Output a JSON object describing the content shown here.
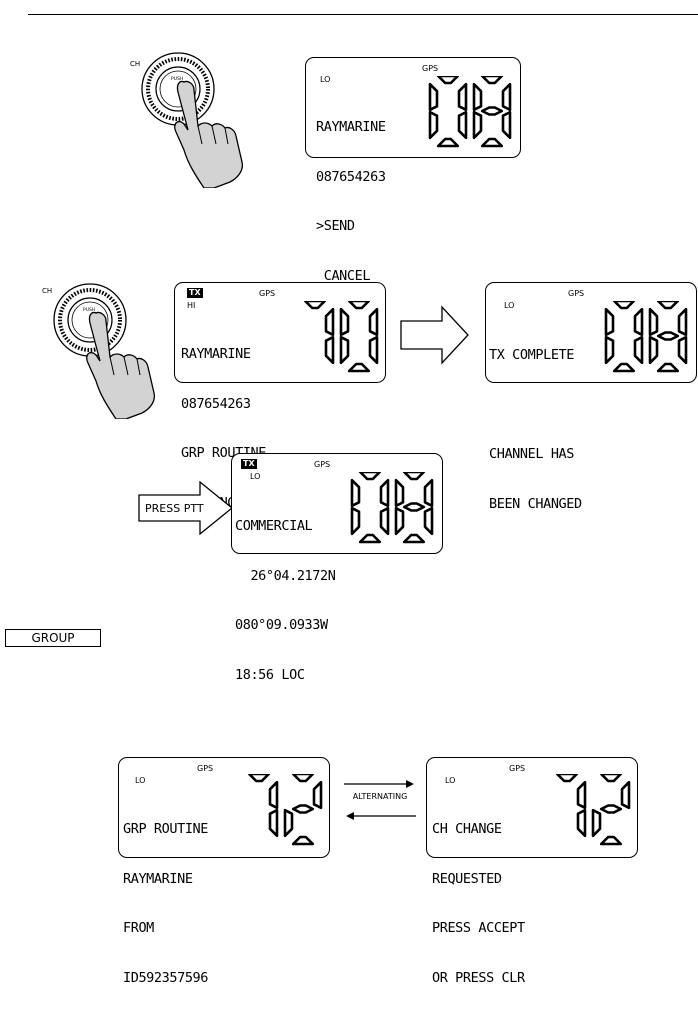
{
  "screens": [
    {
      "id": "s1",
      "tx": "",
      "power": "LO",
      "gps": "GPS",
      "lines": [
        "RAYMARINE",
        "087654263",
        ">SEND",
        " CANCEL"
      ],
      "channel": "08"
    },
    {
      "id": "s2",
      "tx": "TX",
      "power": "HI",
      "gps": "GPS",
      "lines": [
        "RAYMARINE",
        "087654263",
        "GRP ROUTINE",
        "CALLING..."
      ],
      "channel": "70"
    },
    {
      "id": "s3",
      "tx": "",
      "power": "LO",
      "gps": "GPS",
      "lines": [
        "TX COMPLETE",
        "",
        "CHANNEL HAS",
        "BEEN CHANGED"
      ],
      "channel": "08"
    },
    {
      "id": "s4",
      "tx": "TX",
      "power": "LO",
      "gps": "GPS",
      "lines": [
        "COMMERCIAL",
        "  26°04.2172N",
        "080°09.0933W",
        "18:56 LOC"
      ],
      "channel": "08"
    },
    {
      "id": "s5",
      "tx": "",
      "power": "LO",
      "gps": "GPS",
      "lines": [
        "GRP ROUTINE",
        "RAYMARINE",
        "FROM",
        "ID592357596"
      ],
      "channel": "72"
    },
    {
      "id": "s6",
      "tx": "",
      "power": "LO",
      "gps": "GPS",
      "lines": [
        "CH CHANGE",
        "REQUESTED",
        "PRESS ACCEPT",
        "OR PRESS CLR"
      ],
      "channel": "72"
    }
  ],
  "knob": {
    "ch_label": "CH",
    "push_label": "PUSH"
  },
  "press_ptt_label": "PRESS PTT",
  "group_key_label": "GROUP",
  "alternating_label": "ALTERNATING"
}
